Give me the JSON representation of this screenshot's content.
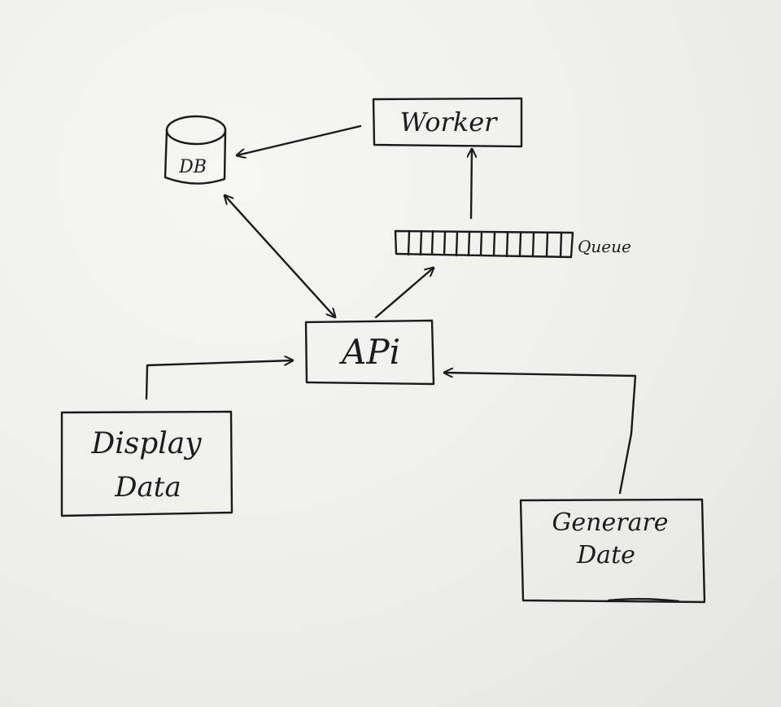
{
  "nodes": {
    "worker": {
      "label": "Worker"
    },
    "db": {
      "label": "DB"
    },
    "queue": {
      "label": "Queue"
    },
    "api": {
      "label": "APi"
    },
    "display": {
      "line1": "Display",
      "line2": "Data"
    },
    "generate": {
      "line1": "Generare",
      "line2": "Date"
    }
  }
}
